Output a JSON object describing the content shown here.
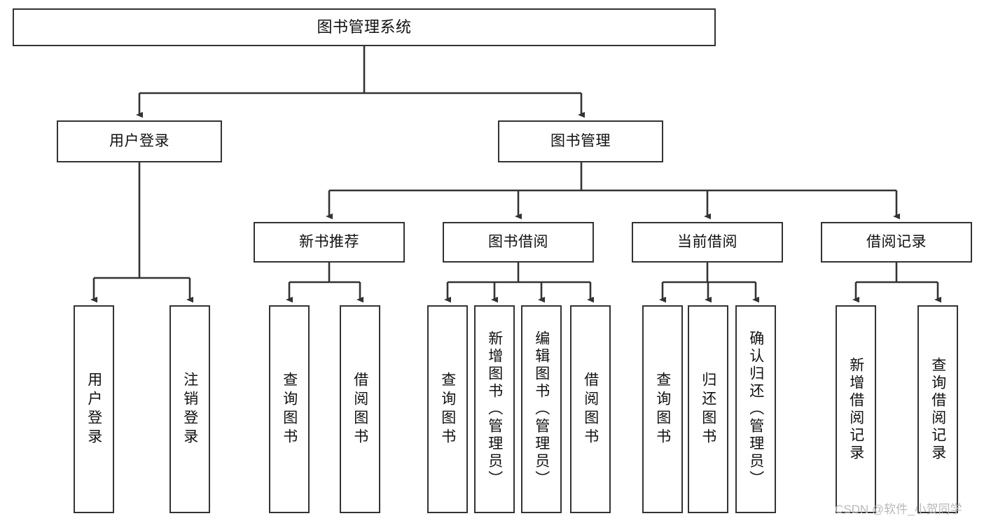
{
  "diagram": {
    "title": "图书管理系统",
    "type": "tree",
    "orientation": "top-down",
    "colors": {
      "box_border": "#333333",
      "box_fill": "#ffffff",
      "edge": "#333333",
      "text": "#111111",
      "watermark": "#b9b9b9",
      "background": "#ffffff"
    },
    "watermark": "CSDN @软件_小贺同学"
  },
  "nodes": {
    "root": {
      "label": "图书管理系统"
    },
    "level2": [
      {
        "label": "用户登录"
      },
      {
        "label": "图书管理"
      }
    ],
    "level3": [
      {
        "label": "新书推荐"
      },
      {
        "label": "图书借阅"
      },
      {
        "label": "当前借阅"
      },
      {
        "label": "借阅记录"
      }
    ],
    "leaves": {
      "user_login": [
        {
          "label": "用户登录"
        },
        {
          "label": "注销登录"
        }
      ],
      "new_book_recommend": [
        {
          "label": "查询图书"
        },
        {
          "label": "借阅图书"
        }
      ],
      "book_borrow": [
        {
          "label": "查询图书"
        },
        {
          "label": "新增图书（管理员）"
        },
        {
          "label": "编辑图书（管理员）"
        },
        {
          "label": "借阅图书"
        }
      ],
      "current_borrow": [
        {
          "label": "查询图书"
        },
        {
          "label": "归还图书"
        },
        {
          "label": "确认归还（管理员）"
        }
      ],
      "borrow_record": [
        {
          "label": "新增借阅记录"
        },
        {
          "label": "查询借阅记录"
        }
      ]
    }
  }
}
